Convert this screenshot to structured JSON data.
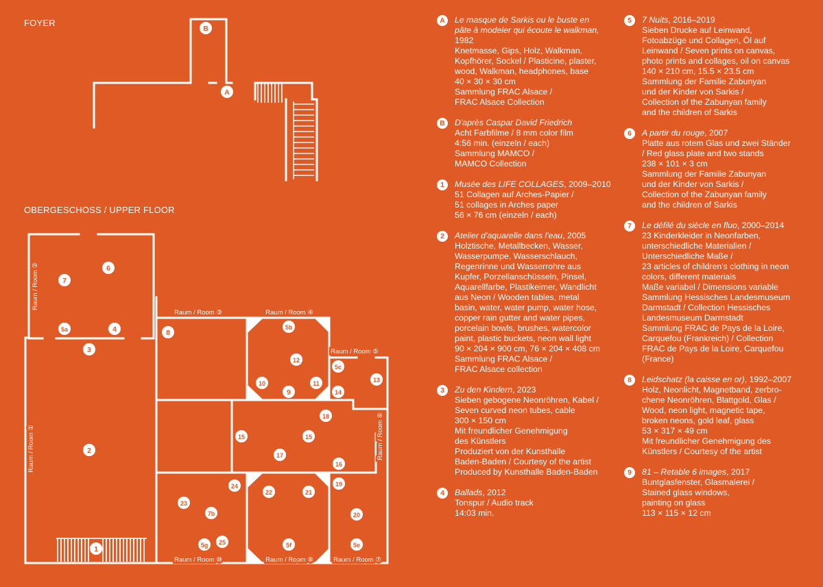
{
  "colors": {
    "background": "#e05a25",
    "foreground": "#ffffff"
  },
  "foyer": {
    "title": "FOYER",
    "markers": [
      "B",
      "A"
    ]
  },
  "upper_floor": {
    "title": "OBERGESCHOSS / UPPER FLOOR",
    "room_labels": [
      "Raum / Room ②",
      "Raum / Room ①",
      "Raum / Room ③",
      "Raum / Room ④",
      "Raum / Room ⑤",
      "Raum / Room ⑥",
      "Raum / Room ⑩",
      "Raum / Room ⑧",
      "Raum / Room ⑦"
    ],
    "markers": [
      "6",
      "7",
      "5a",
      "4",
      "3",
      "2",
      "1",
      "8",
      "5b",
      "12",
      "10",
      "9",
      "11",
      "5c",
      "13",
      "14",
      "18",
      "15",
      "15",
      "17",
      "16",
      "19",
      "20",
      "21",
      "22",
      "24",
      "23",
      "7b",
      "5g",
      "25",
      "5f",
      "5e"
    ]
  },
  "entries_left": [
    {
      "badge": "A",
      "lines": [
        "Le masque de Sarkis ou le buste en",
        "pâte à modeler qui écoute le walkman,",
        "1982",
        "Knetmasse, Gips, Holz, Walkman,",
        "Kopfhörer, Sockel / Plasticine, plaster,",
        "wood, Walkman, headphones, base",
        "40 × 30 × 30 cm",
        "Sammlung FRAC Alsace /",
        "FRAC Alsace Collection"
      ],
      "title_lines": 2
    },
    {
      "badge": "B",
      "lines": [
        "D'après Caspar David Friedrich",
        "Acht Farbfilme / 8 mm color film",
        "4:56 min. (einzeln / each)",
        "Sammlung MAMCO /",
        "MAMCO Collection"
      ],
      "title_lines": 1
    },
    {
      "badge": "1",
      "lines": [
        "Musée des LIFE COLLAGES, 2009–2010",
        "51 Collagen auf Arches-Papier /",
        "51 collages in Arches paper",
        "56 × 76 cm (einzeln / each)"
      ],
      "title_lines": 1
    },
    {
      "badge": "2",
      "lines": [
        "Atelier d'aquarelle dans l'eau, 2005",
        "Holztische, Metallbecken, Wasser,",
        "Wasserpumpe, Wasserschlauch,",
        "Regenrinne und Wasserrohre aus",
        "Kupfer, Porzellanschüsseln, Pinsel,",
        "Aquarellfarbe, Plastikeimer, Wandlicht",
        "aus Neon / Wooden tables, metal",
        "basin, water, water pump, water hose,",
        "copper rain gutter and water pipes,",
        "porcelain bowls, brushes, watercolor",
        "paint, plastic buckets, neon wall light",
        "90 × 204 × 900 cm, 76 × 204 × 408 cm",
        "Sammlung FRAC Alsace /",
        "FRAC Alsace collection"
      ],
      "title_lines": 1
    },
    {
      "badge": "3",
      "lines": [
        "Zu den Kindern, 2023",
        "Sieben gebogene Neonröhren, Kabel /",
        "Seven curved neon tubes, cable",
        "300 × 150 cm",
        "Mit freundlicher Genehmigung",
        "des Künstlers",
        "Produziert von der Kunsthalle",
        "Baden-Baden / Courtesy of the artist",
        "Produced by Kunsthalle Baden-Baden"
      ],
      "title_lines": 1
    },
    {
      "badge": "4",
      "lines": [
        "Ballads, 2012",
        "Tonspur / Audio track",
        "14:03 min."
      ],
      "title_lines": 1
    }
  ],
  "entries_right": [
    {
      "badge": "5",
      "lines": [
        "7 Nuits, 2016–2019",
        "Sieben Drucke auf Leinwand,",
        "Fotoabzüge und Collagen, Öl auf",
        "Leinwand / Seven prints on canvas,",
        "photo prints and collages, oil on canvas",
        "140 × 210 cm, 15.5 × 23.5 cm",
        "Sammlung der Familie Zabunyan",
        "und der Kinder von Sarkis /",
        "Collection of the Zabunyan family",
        "and the children of Sarkis"
      ],
      "title_lines": 1
    },
    {
      "badge": "6",
      "lines": [
        "A partir du rouge, 2007",
        "Platte aus rotem Glas und zwei Ständer",
        "/ Red glass plate and two stands",
        "238 × 101 × 3 cm",
        "Sammlung der Familie Zabunyan",
        "und der Kinder von Sarkis /",
        "Collection of the Zabunyan family",
        "and the children of Sarkis"
      ],
      "title_lines": 1
    },
    {
      "badge": "7",
      "lines": [
        "Le défilé du siècle en fluo, 2000–2014",
        "23 Kinderkleider in Neonfarben,",
        "unterschiedliche Materialien /",
        "Unterschiedliche Maße /",
        "23 articles of children's clothing in neon",
        "colors, different materials",
        "Maße variabel / Dimensions variable",
        "Sammlung Hessisches Landesmuseum",
        "Darmstadt / Collection Hessisches",
        "Landesmuseum Darmstadt",
        "Sammlung FRAC de Pays de la Loire,",
        "Carquefou (Frankreich) / Collection",
        "FRAC de Pays de la Loire, Carquefou",
        "(France)"
      ],
      "title_lines": 1
    },
    {
      "badge": "8",
      "lines": [
        "Leidschatz (la caisse en or), 1992–2007",
        "Holz, Neonlicht, Magnetband, zerbro-",
        "chene Neonröhren, Blattgold, Glas /",
        "Wood, neon light, magnetic tape,",
        "broken neons, gold leaf, glass",
        "53 × 317 × 49 cm",
        "Mit freundlicher Genehmigung des",
        "Künstlers / Courtesy of the artist"
      ],
      "title_lines": 1
    },
    {
      "badge": "9",
      "lines": [
        "81 – Retable 6 images, 2017",
        "Buntglasfenster, Glasmalerei /",
        "Stained glass windows,",
        "painting on glass",
        "113 × 115 × 12 cm"
      ],
      "title_lines": 1
    }
  ]
}
